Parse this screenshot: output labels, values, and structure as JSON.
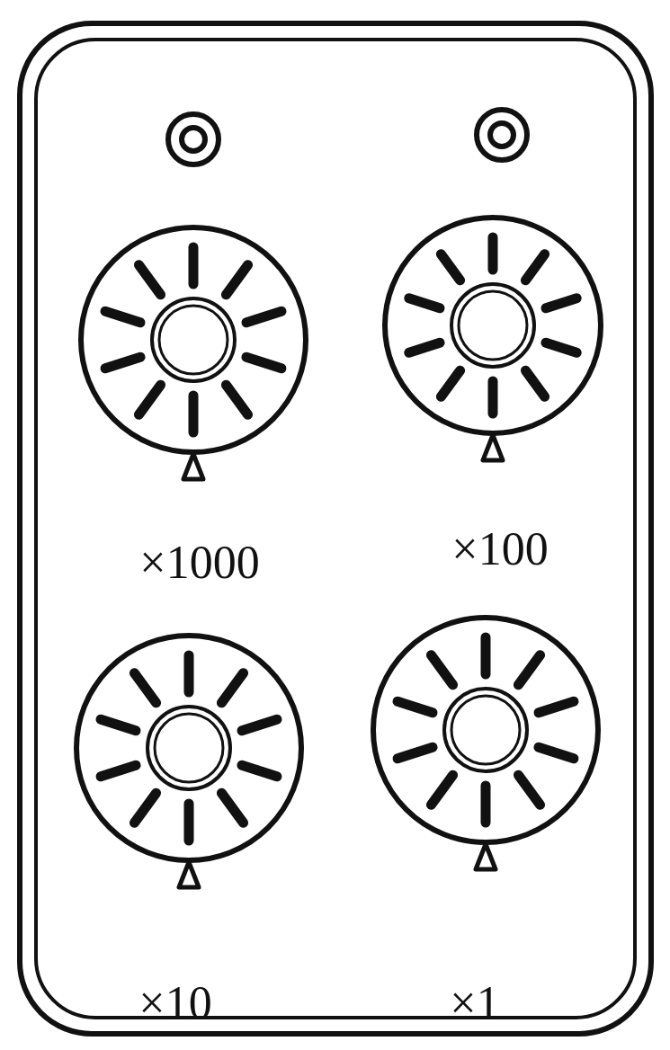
{
  "diagram": {
    "labels": [
      "×1000",
      "×100",
      "×10",
      "×1"
    ]
  }
}
